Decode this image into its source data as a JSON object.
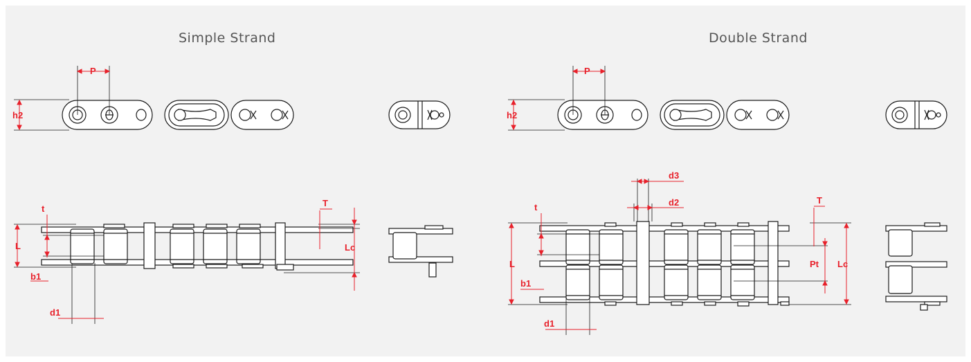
{
  "titles": {
    "simple": "Simple Strand",
    "double": "Double Strand"
  },
  "colors": {
    "background": "#f2f2f2",
    "line": "#1a1a1a",
    "dimension": "#e8202a",
    "title": "#555555"
  },
  "labels": {
    "pitch": "P",
    "plate_height": "h2",
    "plate_thickness": "t",
    "inner_width": "L",
    "inner_plate_width": "b1",
    "roller_diameter": "d1",
    "pin_length": "T",
    "connecting_pin_length": "Lc",
    "pin_diameter": "d3",
    "pin_diameter_2": "d2",
    "transverse_pitch": "Pt"
  }
}
